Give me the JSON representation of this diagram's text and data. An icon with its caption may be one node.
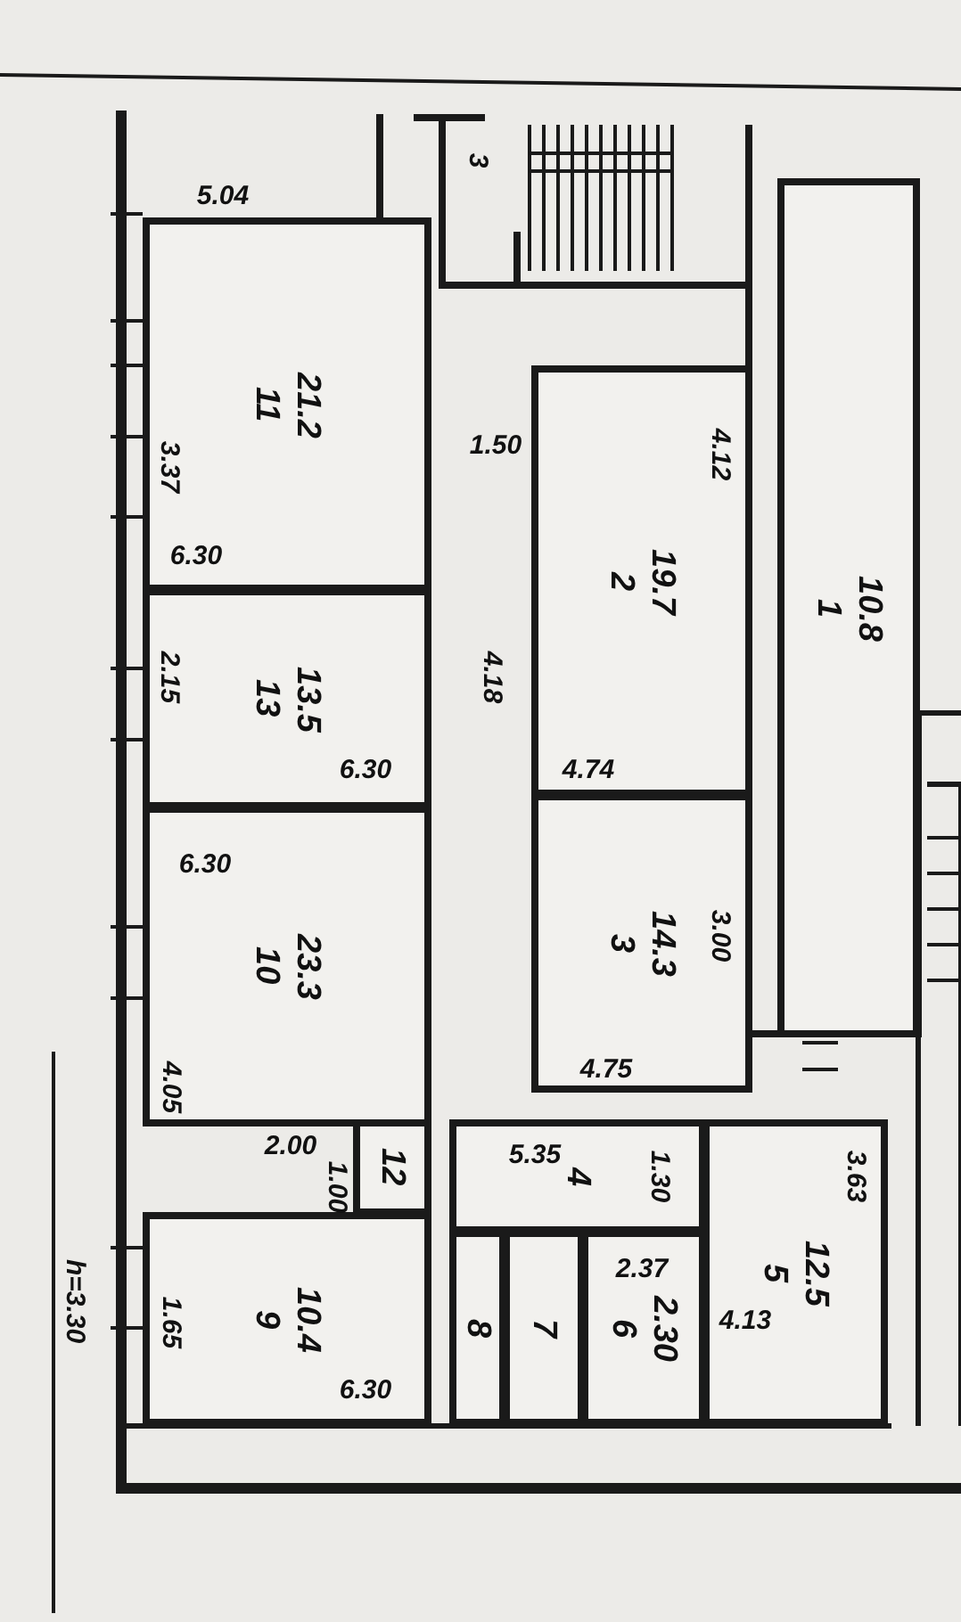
{
  "diagram": {
    "nodes": [
      {
        "text": [
          "11",
          "21.2"
        ]
      },
      {
        "text": [
          "2",
          "19.7"
        ]
      },
      {
        "text": [
          "13",
          "13.5"
        ]
      },
      {
        "text": [
          "1",
          "10.8"
        ]
      },
      {
        "text": [
          "3",
          "14.3"
        ]
      },
      {
        "text": [
          "10",
          "23.3"
        ]
      },
      {
        "text": [
          "12"
        ]
      },
      {
        "text": [
          "4"
        ]
      },
      {
        "text": [
          "5",
          "12.5"
        ]
      },
      {
        "text": [
          "9",
          "10.4"
        ]
      },
      {
        "text": [
          "8"
        ]
      },
      {
        "text": [
          "7"
        ]
      },
      {
        "text": [
          "6",
          "2.30"
        ]
      }
    ],
    "edges": [],
    "labels": [
      "3",
      "5.04",
      "1.50",
      "4.12",
      "3.37",
      "6.30",
      "4.18",
      "2.15",
      "6.30",
      "4.74",
      "3.00",
      "6.30",
      "4.05",
      "4.75",
      "2.00",
      "1.00",
      "5.35",
      "1.30",
      "3.63",
      "1.65",
      "2.37",
      "4.13",
      "6.30",
      "h=3.30"
    ]
  }
}
